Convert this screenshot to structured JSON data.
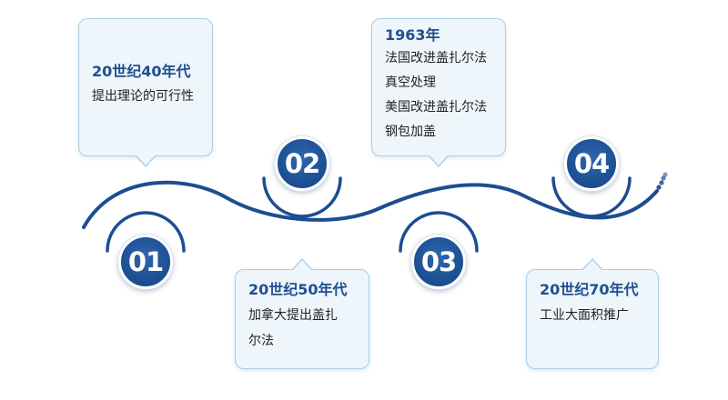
{
  "colors": {
    "primary_blue": "#1c4d90",
    "bubble_fill": "#eef5fb",
    "bubble_border": "#a9cfe6",
    "text_dark": "#222222"
  },
  "milestones": [
    {
      "number": "01",
      "title": "20世纪40年代",
      "lines": [
        "提出理论的可行性"
      ]
    },
    {
      "number": "02",
      "title": "20世纪50年代",
      "lines": [
        "加拿大提出盖扎",
        "尔法"
      ]
    },
    {
      "number": "03",
      "title": "1963年",
      "lines": [
        "法国改进盖扎尔法",
        "真空处理",
        "美国改进盖扎尔法",
        "钢包加盖"
      ]
    },
    {
      "number": "04",
      "title": "20世纪70年代",
      "lines": [
        "工业大面积推广"
      ]
    }
  ]
}
